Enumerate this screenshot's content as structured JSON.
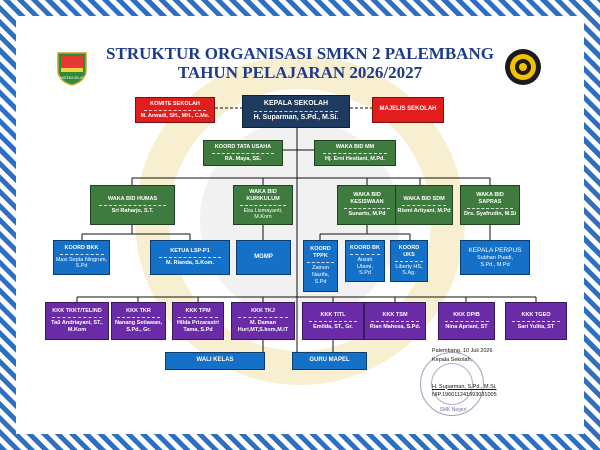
{
  "title_line1": "STRUKTUR ORGANISASI SMKN 2 PALEMBANG",
  "title_line2": "TAHUN PELAJARAN 2026/2027",
  "logo_left_text": "SUMATERA SELATAN",
  "komite": {
    "head": "KOMITE SEKOLAH",
    "name": "M. Arwadi, SH., MH., C.Me."
  },
  "kepala": {
    "head": "KEPALA SEKOLAH",
    "name": "H. Suparman, S.Pd., M.Si."
  },
  "majelis": {
    "head": "MAJELIS SEKOLAH"
  },
  "koord_tu": {
    "head": "KOORD TATA USAHA",
    "name": "RA. Maya, SE."
  },
  "waka_mm": {
    "head": "WAKA BID MM",
    "name": "Hj. Erni Hestiani, M.Pd."
  },
  "waka_humas": {
    "head": "WAKA BID HUMAS",
    "name": "Sri Raharjo, S.T."
  },
  "waka_kurikulum": {
    "head": "WAKA BID KURIKULUM",
    "name1": "Eka Lismayanti,",
    "name2": "M.Kom"
  },
  "waka_kesiswaan": {
    "head1": "WAKA BID",
    "head2": "KESISWAAN",
    "name": "Sunarto, M.Pd"
  },
  "waka_sdm": {
    "head": "WAKA BID SDM",
    "name": "Rismi Artiyani, M.Pd"
  },
  "waka_sapras": {
    "head1": "WAKA BID",
    "head2": "SAPRAS",
    "name": "Drs. Syafrudin, M.Si"
  },
  "koord_bkk": {
    "head": "KOORD  BKK",
    "name1": "Masi Septa Ningrum,",
    "name2": "S.Pd"
  },
  "ketua_lsp": {
    "head": "KETUA LSP-P1",
    "name": "M. Rianda, S.Kom."
  },
  "mgmp": {
    "head": "MGMP"
  },
  "koord_tppk": {
    "head1": "KOORD",
    "head2": "TPPK",
    "name1": "Zainun",
    "name2": "Nazifa,",
    "name3": "S.Pd"
  },
  "koord_bk": {
    "head": "KOORD BK",
    "name1": "Aisiah",
    "name2": "Utami,",
    "name3": "S.Pd"
  },
  "koord_uks": {
    "head1": "KOORD",
    "head2": "UKS",
    "name1": "Liberty HS,",
    "name2": "S.Ag."
  },
  "perpus": {
    "head": "KEPALA PERPUS",
    "name1": "Subhan Puadi,",
    "name2": "S.Pd., M.Pd"
  },
  "kkk": [
    {
      "head": "KKK TKKT/TELIND",
      "name1": "Taŭ Andriayani, ST.,",
      "name2": "M.Kom"
    },
    {
      "head": "KKK TKR",
      "name1": "Nanang Setiawan,",
      "name2": "S.Pd., Gr."
    },
    {
      "head": "KKK TPM",
      "name1": "Hilda Prizarastri",
      "name2": "Tama, S.Pd"
    },
    {
      "head": "KKK TKJ",
      "name1": "M. Daman",
      "name2": "Huri,MT,S.kom,M.IT"
    },
    {
      "head": "KKK TITL",
      "name1": "Emilda, ST., Gr.",
      "name2": ""
    },
    {
      "head": "KKK TSM",
      "name1": "Rian Mahesa, S.Pd.",
      "name2": ""
    },
    {
      "head": "KKK DPIB",
      "name1": "Nina Apriani, ST",
      "name2": ""
    },
    {
      "head": "KKK TGEO",
      "name1": "Sari Yulita, ST",
      "name2": ""
    }
  ],
  "wali_kelas": "WALI KELAS",
  "guru_mapel": "GURU MAPEL",
  "signature": {
    "date": "Palembang, 10 Juli  2026",
    "role": "Kepala Sekolah,",
    "name": "H. Suparman, S.Pd., M.Si.",
    "nip": "NIP.196611241993031005"
  },
  "stamp_text": "SMK Negeri",
  "colors": {
    "red": "#e11d1d",
    "navy": "#1e3a5f",
    "green": "#3f7a3f",
    "blue": "#1570c8",
    "purple": "#6a2ca6",
    "title": "#1e3a8a"
  }
}
